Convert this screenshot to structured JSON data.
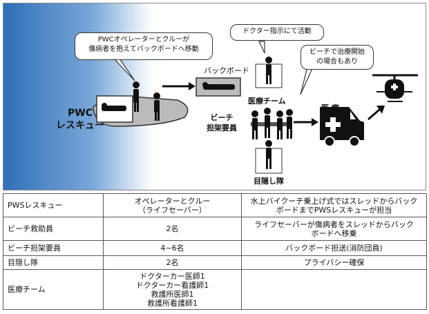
{
  "diagram": {
    "callout_pwc": "PWCオペレーターとクルーが\n傷病者を抱えてバックボードへ移動",
    "callout_doctor": "ドクター指示にて活動",
    "callout_beach": "ビーチで治療開始\nの場合もあり",
    "label_backboard": "バックボード",
    "label_medical_team": "医療チーム",
    "label_medical": "医 療",
    "label_beach_carriers": "ビーチ\n担架要員",
    "label_pwc_rescue": "PWC\nレスキュー",
    "label_screen_team": "目隠し隊"
  },
  "table": {
    "rows": [
      {
        "role": "PWSレスキュー",
        "members": "オペレーターとクルー\n（ライフセーバー）",
        "duty": "水上バイクーチ乗上げ式ではスレッドからバック\nボードまでPWSレスキューが担当"
      },
      {
        "role": "ビーチ救助員",
        "members": "2名",
        "duty": "ライフセーバーが傷病者をスレッドからバック\nボードへ移乗"
      },
      {
        "role": "ビーチ担架要員",
        "members": "4~6名",
        "duty": "バックボード担送(消防団員)"
      },
      {
        "role": "目隠し隊",
        "members": "2名",
        "duty": "プライバシー確保"
      },
      {
        "role": "医療チーム",
        "members": "ドクターカー医師1\nドクターカー看護師1\n救護所医師1\n救護所看護師1",
        "duty": ""
      }
    ]
  }
}
